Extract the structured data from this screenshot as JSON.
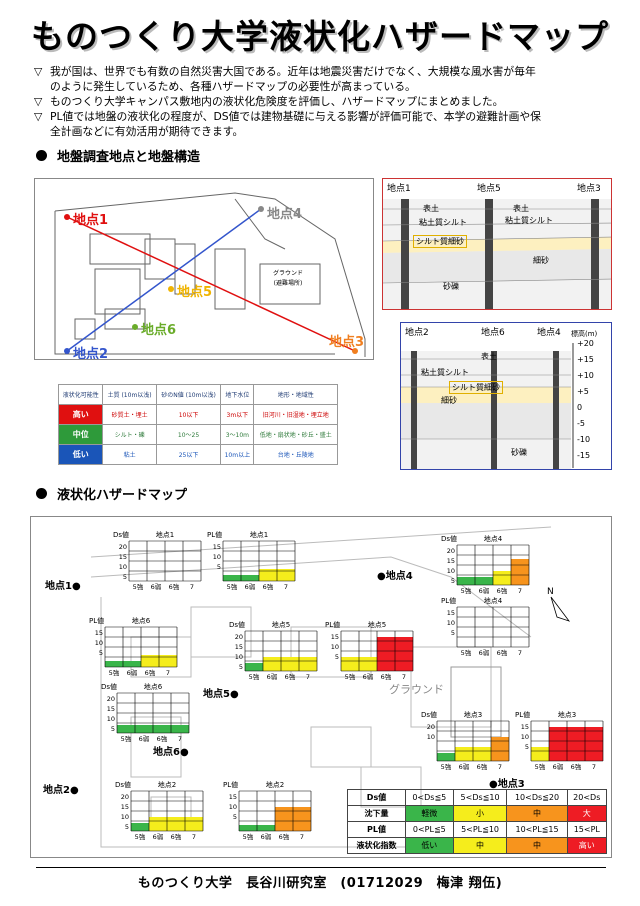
{
  "title": "ものつくり大学液状化ハザードマップ",
  "intro": [
    {
      "mark": "▽",
      "text": "我が国は、世界でも有数の自然災害大国である。近年は地震災害だけでなく、大規模な風水害が毎年"
    },
    {
      "mark": "",
      "text": "のように発生しているため、各種ハザードマップの必要性が高まっている。"
    },
    {
      "mark": "▽",
      "text": "ものつくり大学キャンパス敷地内の液状化危険度を評価し、ハザードマップにまとめました。"
    },
    {
      "mark": "▽",
      "text": "PL値では地盤の液状化の程度が、DS値では建物基礎に与える影響が評価可能で、本学の避難計画や保"
    },
    {
      "mark": "",
      "text": "全計画などに有効活用が期待できます。"
    }
  ],
  "section1": "地盤調査地点と地盤構造",
  "section2": "液状化ハザードマップ",
  "survey_map": {
    "points": [
      {
        "label": "地点1",
        "color": "#e01010"
      },
      {
        "label": "地点2",
        "color": "#3355cc"
      },
      {
        "label": "地点3",
        "color": "#f07f20"
      },
      {
        "label": "地点4",
        "color": "#888888"
      },
      {
        "label": "地点5",
        "color": "#f0b400"
      },
      {
        "label": "地点6",
        "color": "#6aac2a"
      }
    ],
    "ground_label": "グラウンド",
    "ground_sub": "(避難場所)"
  },
  "criteria_table": {
    "headers": [
      "液状化可能性",
      "土質\n(10m以浅)",
      "砂のN値\n(10m以浅)",
      "地下水位",
      "地形・地域性"
    ],
    "rows": [
      {
        "level": "高い",
        "color": "#e01010",
        "cells": [
          "砂質土・埋土",
          "10以下",
          "3m以下",
          "旧河川・旧湿地・埋立地"
        ]
      },
      {
        "level": "中位",
        "color": "#2e9a3a",
        "cells": [
          "シルト・礫",
          "10〜25",
          "3〜10m",
          "低地・扇状地・砂丘・盛土"
        ]
      },
      {
        "level": "低い",
        "color": "#1a55b8",
        "cells": [
          "粘土",
          "25以下",
          "10m以上",
          "台地・丘陵地"
        ]
      }
    ]
  },
  "soil_top": {
    "headers": [
      "地点1",
      "地点5",
      "地点3"
    ],
    "layers": [
      "表土",
      "粘土質シルト",
      "シルト質細砂",
      "細砂",
      "砂礫"
    ]
  },
  "soil_bottom": {
    "headers": [
      "地点2",
      "地点6",
      "地点4"
    ],
    "unit": "標高(m)",
    "scale": [
      "+20",
      "+15",
      "+10",
      "+5",
      "0",
      "-5",
      "-10",
      "-15"
    ],
    "layers": [
      "表土",
      "粘土質シルト",
      "シルト質細砂",
      "細砂",
      "砂礫"
    ]
  },
  "hazard_map": {
    "ground_label": "グラウンド",
    "north": "N",
    "points": [
      "地点1",
      "地点2",
      "地点3",
      "地点4",
      "地点5",
      "地点6"
    ]
  },
  "charts": [
    {
      "id": "p1ds",
      "site": "地点1",
      "axis": "Ds値",
      "ticks": [
        "20",
        "15",
        "10",
        "5"
      ],
      "cats": [
        "5強",
        "6弱",
        "6強",
        "7"
      ],
      "values": [
        0,
        0,
        0,
        0
      ]
    },
    {
      "id": "p1pl",
      "site": "地点1",
      "axis": "PL値",
      "ticks": [
        "15",
        "10",
        "5"
      ],
      "cats": [
        "5強",
        "6弱",
        "6強",
        "7"
      ],
      "values": [
        3,
        3,
        6,
        6
      ]
    },
    {
      "id": "p4ds",
      "site": "地点4",
      "axis": "Ds値",
      "ticks": [
        "20",
        "15",
        "10",
        "5"
      ],
      "cats": [
        "5強",
        "6弱",
        "6強",
        "7"
      ],
      "values": [
        4,
        4,
        7,
        13
      ]
    },
    {
      "id": "p4pl",
      "site": "地点4",
      "axis": "PL値",
      "ticks": [
        "15",
        "10",
        "5"
      ],
      "cats": [
        "5強",
        "6弱",
        "6強",
        "7"
      ],
      "values": [
        0,
        0,
        0,
        0
      ]
    },
    {
      "id": "p6pl",
      "site": "地点6",
      "axis": "PL値",
      "ticks": [
        "15",
        "10",
        "5"
      ],
      "cats": [
        "5強",
        "6弱",
        "6強",
        "7"
      ],
      "values": [
        3,
        3,
        6,
        6
      ]
    },
    {
      "id": "p5ds",
      "site": "地点5",
      "axis": "Ds値",
      "ticks": [
        "20",
        "15",
        "10",
        "5"
      ],
      "cats": [
        "5強",
        "6弱",
        "6強",
        "7"
      ],
      "values": [
        4,
        7,
        7,
        7
      ]
    },
    {
      "id": "p5pl",
      "site": "地点5",
      "axis": "PL値",
      "ticks": [
        "15",
        "10",
        "5"
      ],
      "cats": [
        "5強",
        "6弱",
        "6強",
        "7"
      ],
      "values": [
        7,
        7,
        17,
        17
      ]
    },
    {
      "id": "p6ds",
      "site": "地点6",
      "axis": "Ds値",
      "ticks": [
        "20",
        "15",
        "10",
        "5"
      ],
      "cats": [
        "5強",
        "6弱",
        "6強",
        "7"
      ],
      "values": [
        4,
        4,
        4,
        4
      ]
    },
    {
      "id": "p3ds",
      "site": "地点3",
      "axis": "Ds値",
      "ticks": [
        "20",
        "10"
      ],
      "cats": [
        "5強",
        "6弱",
        "6強",
        "7"
      ],
      "values": [
        4,
        7,
        7,
        12
      ]
    },
    {
      "id": "p3pl",
      "site": "地点3",
      "axis": "PL値",
      "ticks": [
        "15",
        "10",
        "5"
      ],
      "cats": [
        "5強",
        "6弱",
        "6強",
        "7"
      ],
      "values": [
        7,
        17,
        17,
        17
      ]
    },
    {
      "id": "p2ds",
      "site": "地点2",
      "axis": "Ds値",
      "ticks": [
        "20",
        "15",
        "10",
        "5"
      ],
      "cats": [
        "5強",
        "6弱",
        "6強",
        "7"
      ],
      "values": [
        4,
        7,
        7,
        7
      ]
    },
    {
      "id": "p2pl",
      "site": "地点2",
      "axis": "PL値",
      "ticks": [
        "15",
        "10",
        "5"
      ],
      "cats": [
        "5強",
        "6弱",
        "6強",
        "7"
      ],
      "values": [
        3,
        3,
        12,
        12
      ]
    }
  ],
  "legend": {
    "rows": [
      {
        "head": "Ds値",
        "cells": [
          {
            "text": "0<Ds≦5",
            "color": "#ffffff"
          },
          {
            "text": "5<Ds≦10",
            "color": "#ffffff"
          },
          {
            "text": "10<Ds≦20",
            "color": "#ffffff"
          },
          {
            "text": "20<Ds",
            "color": "#ffffff"
          }
        ]
      },
      {
        "head": "沈下量",
        "cells": [
          {
            "text": "軽微",
            "color": "#3ab54a"
          },
          {
            "text": "小",
            "color": "#f5ed1c"
          },
          {
            "text": "中",
            "color": "#f7941d"
          },
          {
            "text": "大",
            "color": "#ee1c24"
          }
        ]
      },
      {
        "head": "PL値",
        "cells": [
          {
            "text": "0<PL≦5",
            "color": "#ffffff"
          },
          {
            "text": "5<PL≦10",
            "color": "#ffffff"
          },
          {
            "text": "10<PL≦15",
            "color": "#ffffff"
          },
          {
            "text": "15<PL",
            "color": "#ffffff"
          }
        ]
      },
      {
        "head": "液状化指数",
        "cells": [
          {
            "text": "低い",
            "color": "#3ab54a"
          },
          {
            "text": "中",
            "color": "#f5ed1c"
          },
          {
            "text": "中",
            "color": "#f7941d"
          },
          {
            "text": "高い",
            "color": "#ee1c24"
          }
        ]
      }
    ]
  },
  "footer": "ものつくり大学　長谷川研究室　(01712029　梅津 翔伍)"
}
